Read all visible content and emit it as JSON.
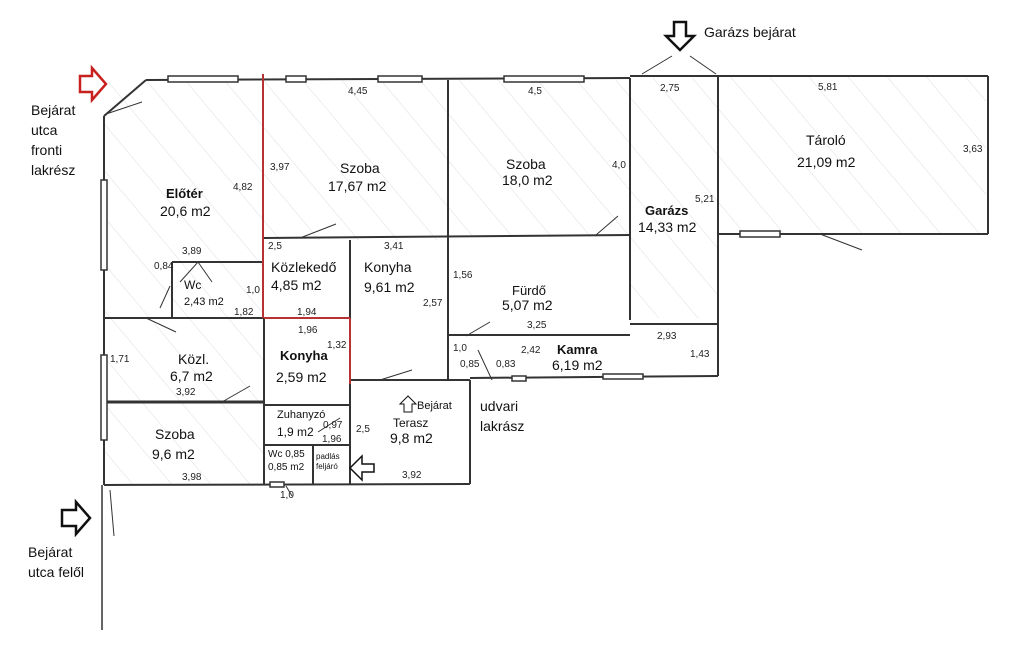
{
  "annotations": {
    "garage_entrance": "Garázs bejárat",
    "front_entrance_lines": [
      "Bejárat",
      "utca",
      "fronti",
      "lakrész"
    ],
    "street_entrance_lines": [
      "Bejárat",
      "utca felől"
    ],
    "yard_unit_lines": [
      "udvari",
      "lakrász"
    ],
    "terrace_entrance": "Bejárat",
    "attic_access_lines": [
      "padlás",
      "feljáró"
    ]
  },
  "rooms": {
    "eloter": {
      "name": "Előtér",
      "area": "20,6 m2"
    },
    "szoba1": {
      "name": "Szoba",
      "area": "17,67 m2"
    },
    "szoba2": {
      "name": "Szoba",
      "area": "18,0 m2"
    },
    "garazs": {
      "name": "Garázs",
      "area": "14,33 m2"
    },
    "tarolo": {
      "name": "Tároló",
      "area": "21,09 m2"
    },
    "kozlekedo": {
      "name": "Közlekedő",
      "area": "4,85 m2"
    },
    "konyha1": {
      "name": "Konyha",
      "area": "9,61 m2"
    },
    "furdo": {
      "name": "Fürdő",
      "area": "5,07 m2"
    },
    "wc1": {
      "name": "Wc",
      "area": "2,43 m2"
    },
    "kozl": {
      "name": "Közl.",
      "area": "6,7 m2"
    },
    "konyha2": {
      "name": "Konyha",
      "area": "2,59 m2"
    },
    "kamra": {
      "name": "Kamra",
      "area": "6,19 m2"
    },
    "szoba3": {
      "name": "Szoba",
      "area": "9,6 m2"
    },
    "zuhanyzo": {
      "name": "Zuhanyzó",
      "area": "1,9 m2"
    },
    "terasz": {
      "name": "Terasz",
      "area": "9,8 m2"
    },
    "wc2": {
      "name": "Wc 0,85",
      "area": "0,85 m2"
    }
  },
  "dimensions": {
    "d_445": "4,45",
    "d_45": "4,5",
    "d_275": "2,75",
    "d_581": "5,81",
    "d_363": "3,63",
    "d_397": "3,97",
    "d_482": "4,82",
    "d_40": "4,0",
    "d_521": "5,21",
    "d_25a": "2,5",
    "d_341": "3,41",
    "d_389": "3,89",
    "d_084": "0,84",
    "d_10a": "1,0",
    "d_156": "1,56",
    "d_182": "1,82",
    "d_194": "1,94",
    "d_257": "2,57",
    "d_325": "3,25",
    "d_196a": "1,96",
    "d_132": "1,32",
    "d_171": "1,71",
    "d_392a": "3,92",
    "d_10b": "1,0",
    "d_085": "0,85",
    "d_083": "0,83",
    "d_242": "2,42",
    "d_293": "2,93",
    "d_143": "1,43",
    "d_097": "0,97",
    "d_196b": "1,96",
    "d_25b": "2,5",
    "d_398": "3,98",
    "d_10c": "1,0",
    "d_392b": "3,92"
  },
  "colors": {
    "wall": "#333333",
    "red_wall": "#b83232",
    "red_arrow": "#c8201e",
    "hatch": "#c9d3dc"
  }
}
